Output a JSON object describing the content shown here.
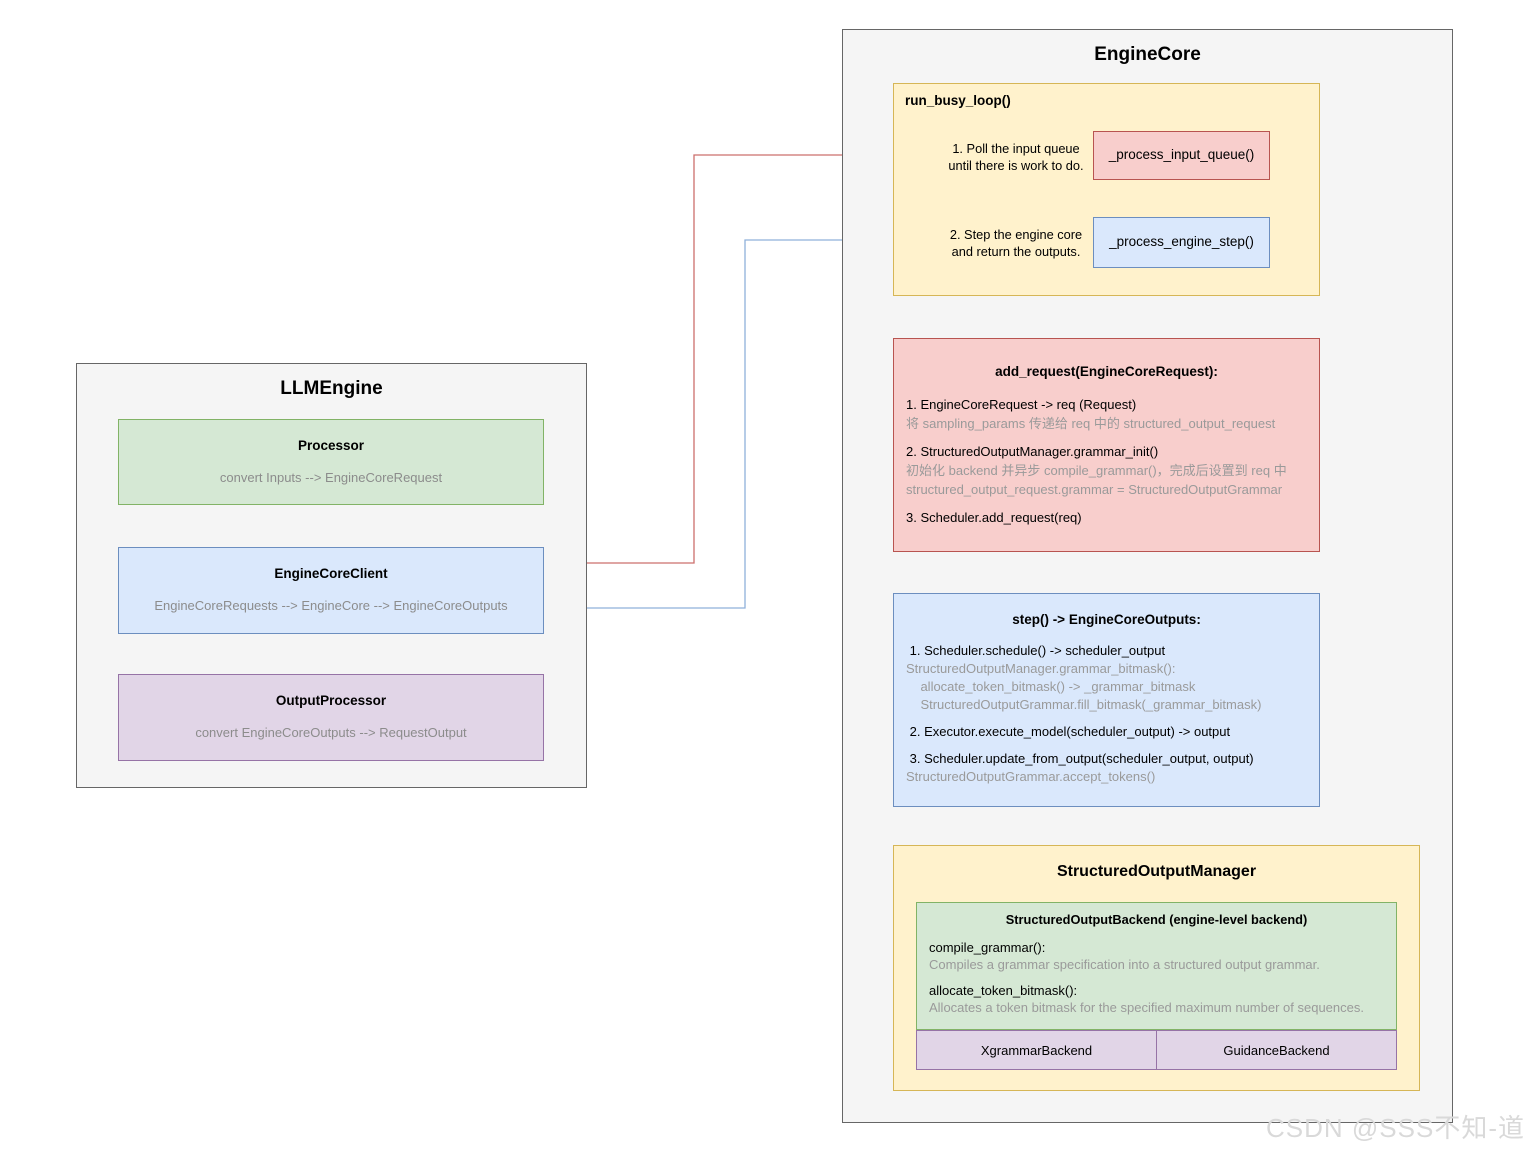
{
  "diagram": {
    "watermark": "CSDN @SSS不知-道",
    "colors": {
      "yellow_fill": "#fff2cc",
      "yellow_border": "#d6b656",
      "red_fill": "#f8cecc",
      "red_border": "#b85450",
      "blue_fill": "#dae8fc",
      "blue_border": "#6c8ebf",
      "green_fill": "#d5e8d4",
      "green_border": "#82b366",
      "purple_fill": "#e1d5e7",
      "purple_border": "#9673a6",
      "container_fill": "#f5f5f5",
      "container_border": "#666666",
      "arrow_gray": "#888888",
      "arrow_red": "#cc8f8d",
      "arrow_blue": "#8fb0da"
    }
  },
  "llmengine": {
    "title": "LLMEngine",
    "nodes": [
      {
        "title": "Processor",
        "sub": "convert Inputs --> EngineCoreRequest"
      },
      {
        "title": "EngineCoreClient",
        "sub": "EngineCoreRequests --> EngineCore --> EngineCoreOutputs"
      },
      {
        "title": "OutputProcessor",
        "sub": "convert EngineCoreOutputs --> RequestOutput"
      }
    ]
  },
  "enginecore": {
    "title": "EngineCore",
    "run_busy_loop": {
      "title": "run_busy_loop()",
      "step1_line1": "1. Poll the input queue",
      "step1_line2": "until there is work to do.",
      "step2_line1": "2. Step the engine core",
      "step2_line2": "and return the outputs.",
      "node_input_queue": "_process_input_queue()",
      "node_engine_step": "_process_engine_step()"
    },
    "add_request": {
      "title": "add_request(EngineCoreRequest):",
      "lines": [
        {
          "text": "1. EngineCoreRequest -> req (Request)",
          "muted": false
        },
        {
          "text": "将 sampling_params 传递给 req 中的 structured_output_request",
          "muted": true
        },
        {
          "text": "",
          "muted": false
        },
        {
          "text": "2. StructuredOutputManager.grammar_init()",
          "muted": false
        },
        {
          "text": "初始化 backend 并异步 compile_grammar()，完成后设置到 req 中",
          "muted": true
        },
        {
          "text": "structured_output_request.grammar = StructuredOutputGrammar",
          "muted": true
        },
        {
          "text": "",
          "muted": false
        },
        {
          "text": "3. Scheduler.add_request(req)",
          "muted": false
        }
      ]
    },
    "step": {
      "title": "step() -> EngineCoreOutputs:",
      "lines": [
        {
          "text": " 1. Scheduler.schedule() -> scheduler_output",
          "muted": false
        },
        {
          "text": "StructuredOutputManager.grammar_bitmask():",
          "muted": true
        },
        {
          "text": "    allocate_token_bitmask() -> _grammar_bitmask",
          "muted": true
        },
        {
          "text": "    StructuredOutputGrammar.fill_bitmask(_grammar_bitmask)",
          "muted": true
        },
        {
          "text": "",
          "muted": false
        },
        {
          "text": " 2. Executor.execute_model(scheduler_output) -> output",
          "muted": false
        },
        {
          "text": "",
          "muted": false
        },
        {
          "text": " 3. Scheduler.update_from_output(scheduler_output, output)",
          "muted": false
        },
        {
          "text": "StructuredOutputGrammar.accept_tokens()",
          "muted": true
        }
      ]
    },
    "structured_output_manager": {
      "title": "StructuredOutputManager",
      "backend": {
        "title": "StructuredOutputBackend (engine-level backend)",
        "lines": [
          {
            "text": "compile_grammar():",
            "muted": false
          },
          {
            "text": "Compiles a grammar specification into a structured output grammar.",
            "muted": true
          },
          {
            "text": "",
            "muted": false
          },
          {
            "text": "allocate_token_bitmask():",
            "muted": false
          },
          {
            "text": "Allocates a token bitmask for the specified maximum number of sequences.",
            "muted": true
          }
        ]
      },
      "impls": [
        "XgrammarBackend",
        "GuidanceBackend"
      ]
    }
  }
}
